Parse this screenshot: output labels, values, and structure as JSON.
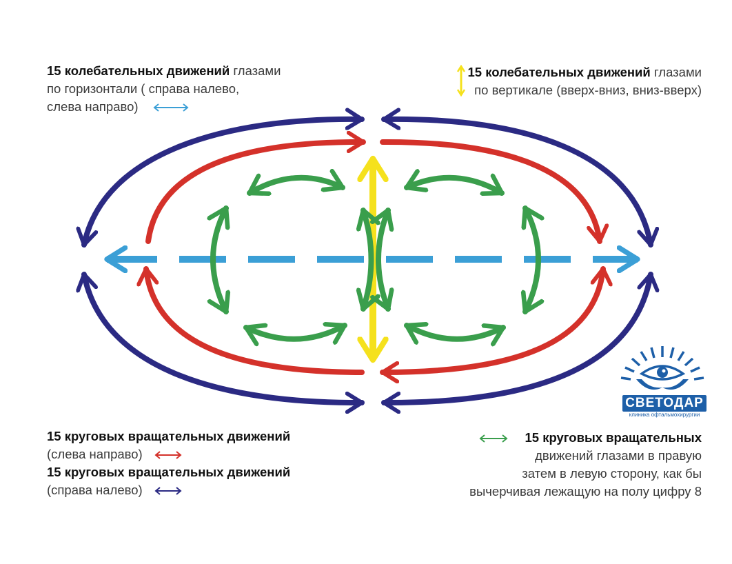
{
  "colors": {
    "navy": "#2b2a83",
    "red": "#d4312a",
    "green": "#3a9e4c",
    "yellow": "#f5e11d",
    "blue": "#3b9fd6",
    "logo_blue": "#1d5fa8"
  },
  "captions": {
    "top_left": {
      "bold": "15  колебательных движений",
      "rest": " глазами",
      "line2": "по горизонтали ( справа налево,",
      "line3": "слева направо)"
    },
    "top_right": {
      "bold": "15 колебательных движений",
      "rest": " глазами",
      "line2": "по вертикале (вверх-вниз, вниз-вверх)"
    },
    "bottom_left": {
      "bold1": "15 круговых вращательных движений",
      "line2": "(слева направо)",
      "bold2": "15 круговых вращательных движений",
      "line4": "(справа налево)"
    },
    "bottom_right": {
      "bold": "15 круговых вращательных",
      "line2": "движений глазами в правую",
      "line3": "затем в левую сторону, как бы",
      "line4": "вычерчивая лежащую на полу цифру 8"
    }
  },
  "logo": {
    "name": "СВЕТОДАР",
    "subtitle": "клиника офтальмохирургии",
    "icon": "eye-hands-sunrays-icon"
  }
}
